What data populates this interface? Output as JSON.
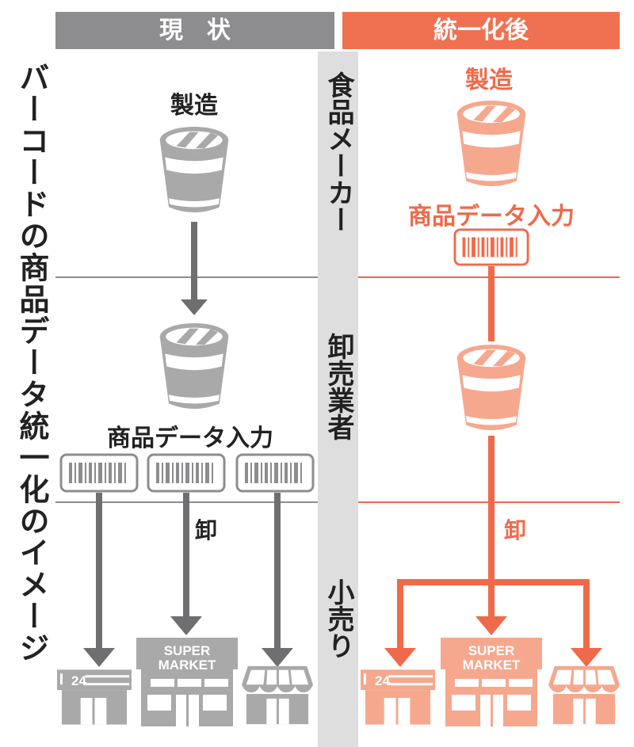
{
  "title": "バーコードの商品データ統一化のイメージ",
  "header": {
    "current": "現　状",
    "unified": "統一化後"
  },
  "stages": {
    "maker": "食品メーカー",
    "wholesaler": "卸売業者",
    "retail": "小売り"
  },
  "current": {
    "manufacture": "製造",
    "data_entry": "商品データ入力",
    "wholesale": "卸"
  },
  "unified": {
    "manufacture": "製造",
    "data_entry": "商品データ入力",
    "wholesale": "卸"
  },
  "stores": {
    "convenience": "24",
    "super_line1": "SUPER",
    "super_line2": "MARKET"
  },
  "colors": {
    "gray_header": "#8d8d8f",
    "orange_header": "#f07152",
    "gray_icon": "#a9a9a9",
    "gray_arrow": "#6f6f71",
    "orange_line": "#ef6a4a",
    "orange_icon": "#f6a88e",
    "middle_band": "#dedede"
  }
}
